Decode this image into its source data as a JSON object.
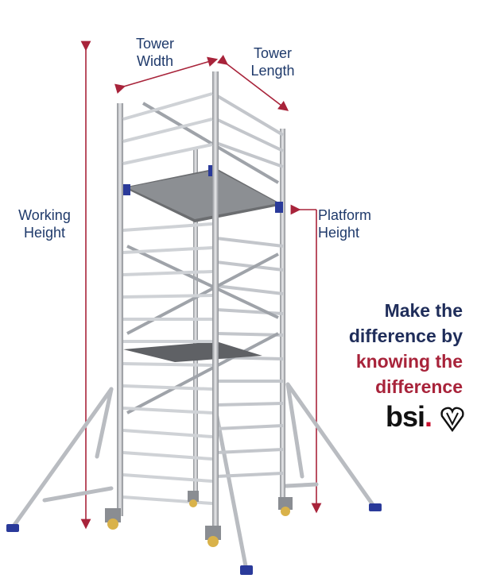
{
  "labels": {
    "tower_width": "Tower\nWidth",
    "tower_length": "Tower\nLength",
    "working_height": "Working\nHeight",
    "platform_height": "Platform\nHeight"
  },
  "promo": {
    "line1": "Make the",
    "line2": "difference by",
    "line3": "knowing the",
    "line4": "difference"
  },
  "brand": {
    "name": "bsi",
    "dot": ".",
    "primary_color": "#1f2d5a",
    "accent_color": "#a8233a",
    "arrow_color": "#a8233a"
  },
  "icons": [
    "kitemark-icon"
  ]
}
